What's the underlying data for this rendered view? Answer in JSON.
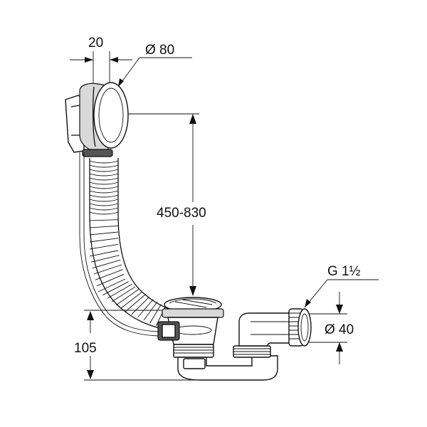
{
  "dimensions": {
    "overflow_width": "20",
    "overflow_diameter": "Ø 80",
    "height_range": "450-830",
    "outlet_height": "105",
    "thread": "G 1½",
    "outlet_diameter": "Ø 40"
  },
  "colors": {
    "line": "#111111",
    "fill_light": "#d9d9d9",
    "fill_dark": "#555555",
    "background": "#ffffff"
  }
}
